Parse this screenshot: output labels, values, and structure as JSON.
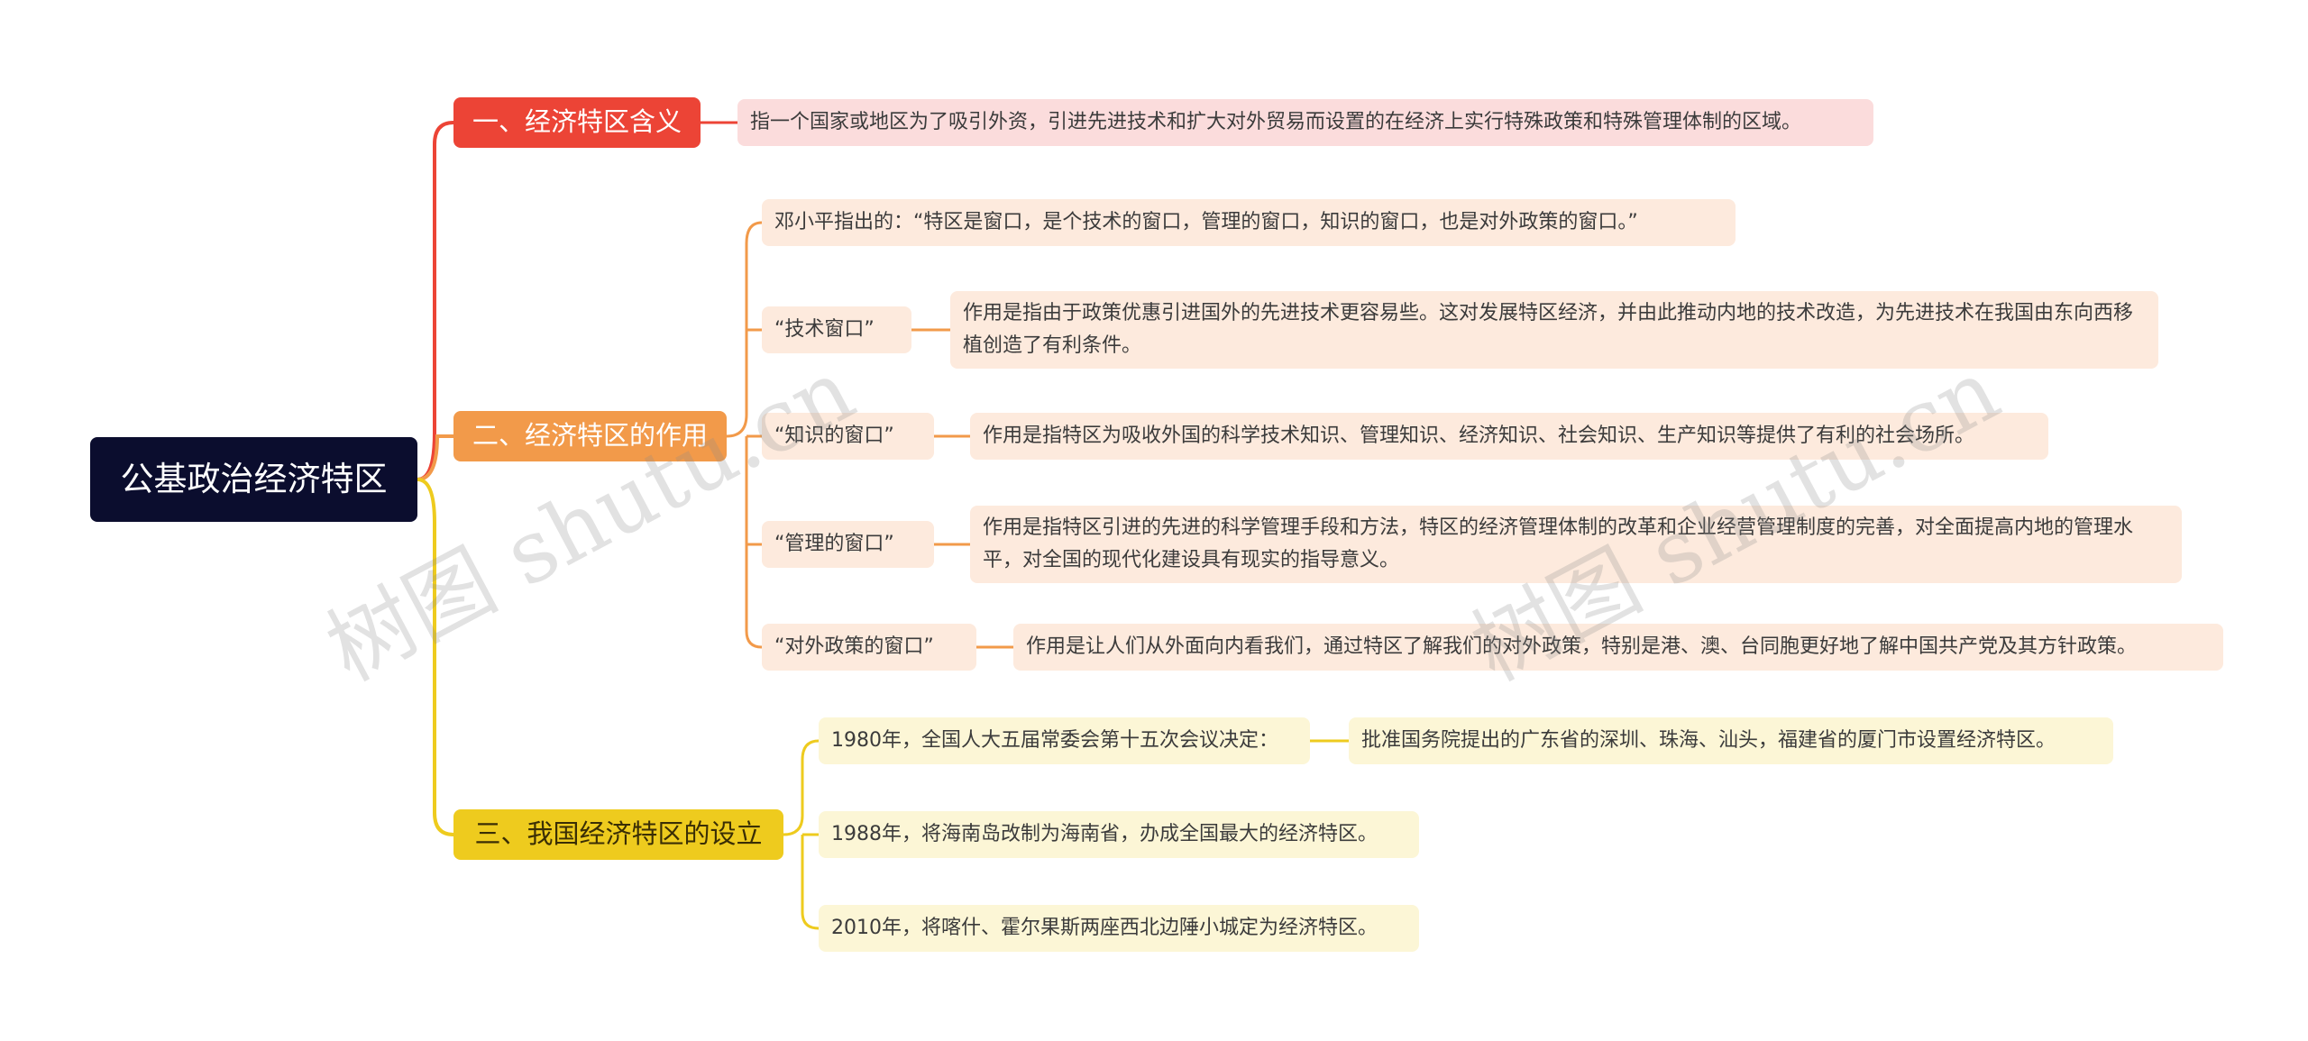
{
  "root": {
    "label": "公基政治经济特区"
  },
  "branches": [
    {
      "label": "一、经济特区含义",
      "color": "#ec4436",
      "children": [
        {
          "text": "指一个国家或地区为了吸引外资，引进先进技术和扩大对外贸易而设置的在经济上实行特殊政策和特殊管理体制的区域。"
        }
      ]
    },
    {
      "label": "二、经济特区的作用",
      "color": "#f29a4a",
      "children": [
        {
          "text": "邓小平指出的：“特区是窗口，是个技术的窗口，管理的窗口，知识的窗口，也是对外政策的窗口。”"
        },
        {
          "text": "“技术窗口”",
          "detail": "作用是指由于政策优惠引进国外的先进技术更容易些。这对发展特区经济，并由此推动内地的技术改造，为先进技术在我国由东向西移植创造了有利条件。"
        },
        {
          "text": "“知识的窗口”",
          "detail": "作用是指特区为吸收外国的科学技术知识、管理知识、经济知识、社会知识、生产知识等提供了有利的社会场所。"
        },
        {
          "text": "“管理的窗口”",
          "detail": "作用是指特区引进的先进的科学管理手段和方法，特区的经济管理体制的改革和企业经营管理制度的完善，对全面提高内地的管理水平，对全国的现代化建设具有现实的指导意义。"
        },
        {
          "text": "“对外政策的窗口”",
          "detail": "作用是让人们从外面向内看我们，通过特区了解我们的对外政策，特别是港、澳、台同胞更好地了解中国共产党及其方针政策。"
        }
      ]
    },
    {
      "label": "三、我国经济特区的设立",
      "color": "#eecb1e",
      "children": [
        {
          "text": "1980年，全国人大五届常委会第十五次会议决定：",
          "detail": "批准国务院提出的广东省的深圳、珠海、汕头，福建省的厦门市设置经济特区。"
        },
        {
          "text": "1988年，将海南岛改制为海南省，办成全国最大的经济特区。"
        },
        {
          "text": "2010年，将喀什、霍尔果斯两座西北边陲小城定为经济特区。"
        }
      ]
    }
  ],
  "watermark": "树图 shutu.cn"
}
